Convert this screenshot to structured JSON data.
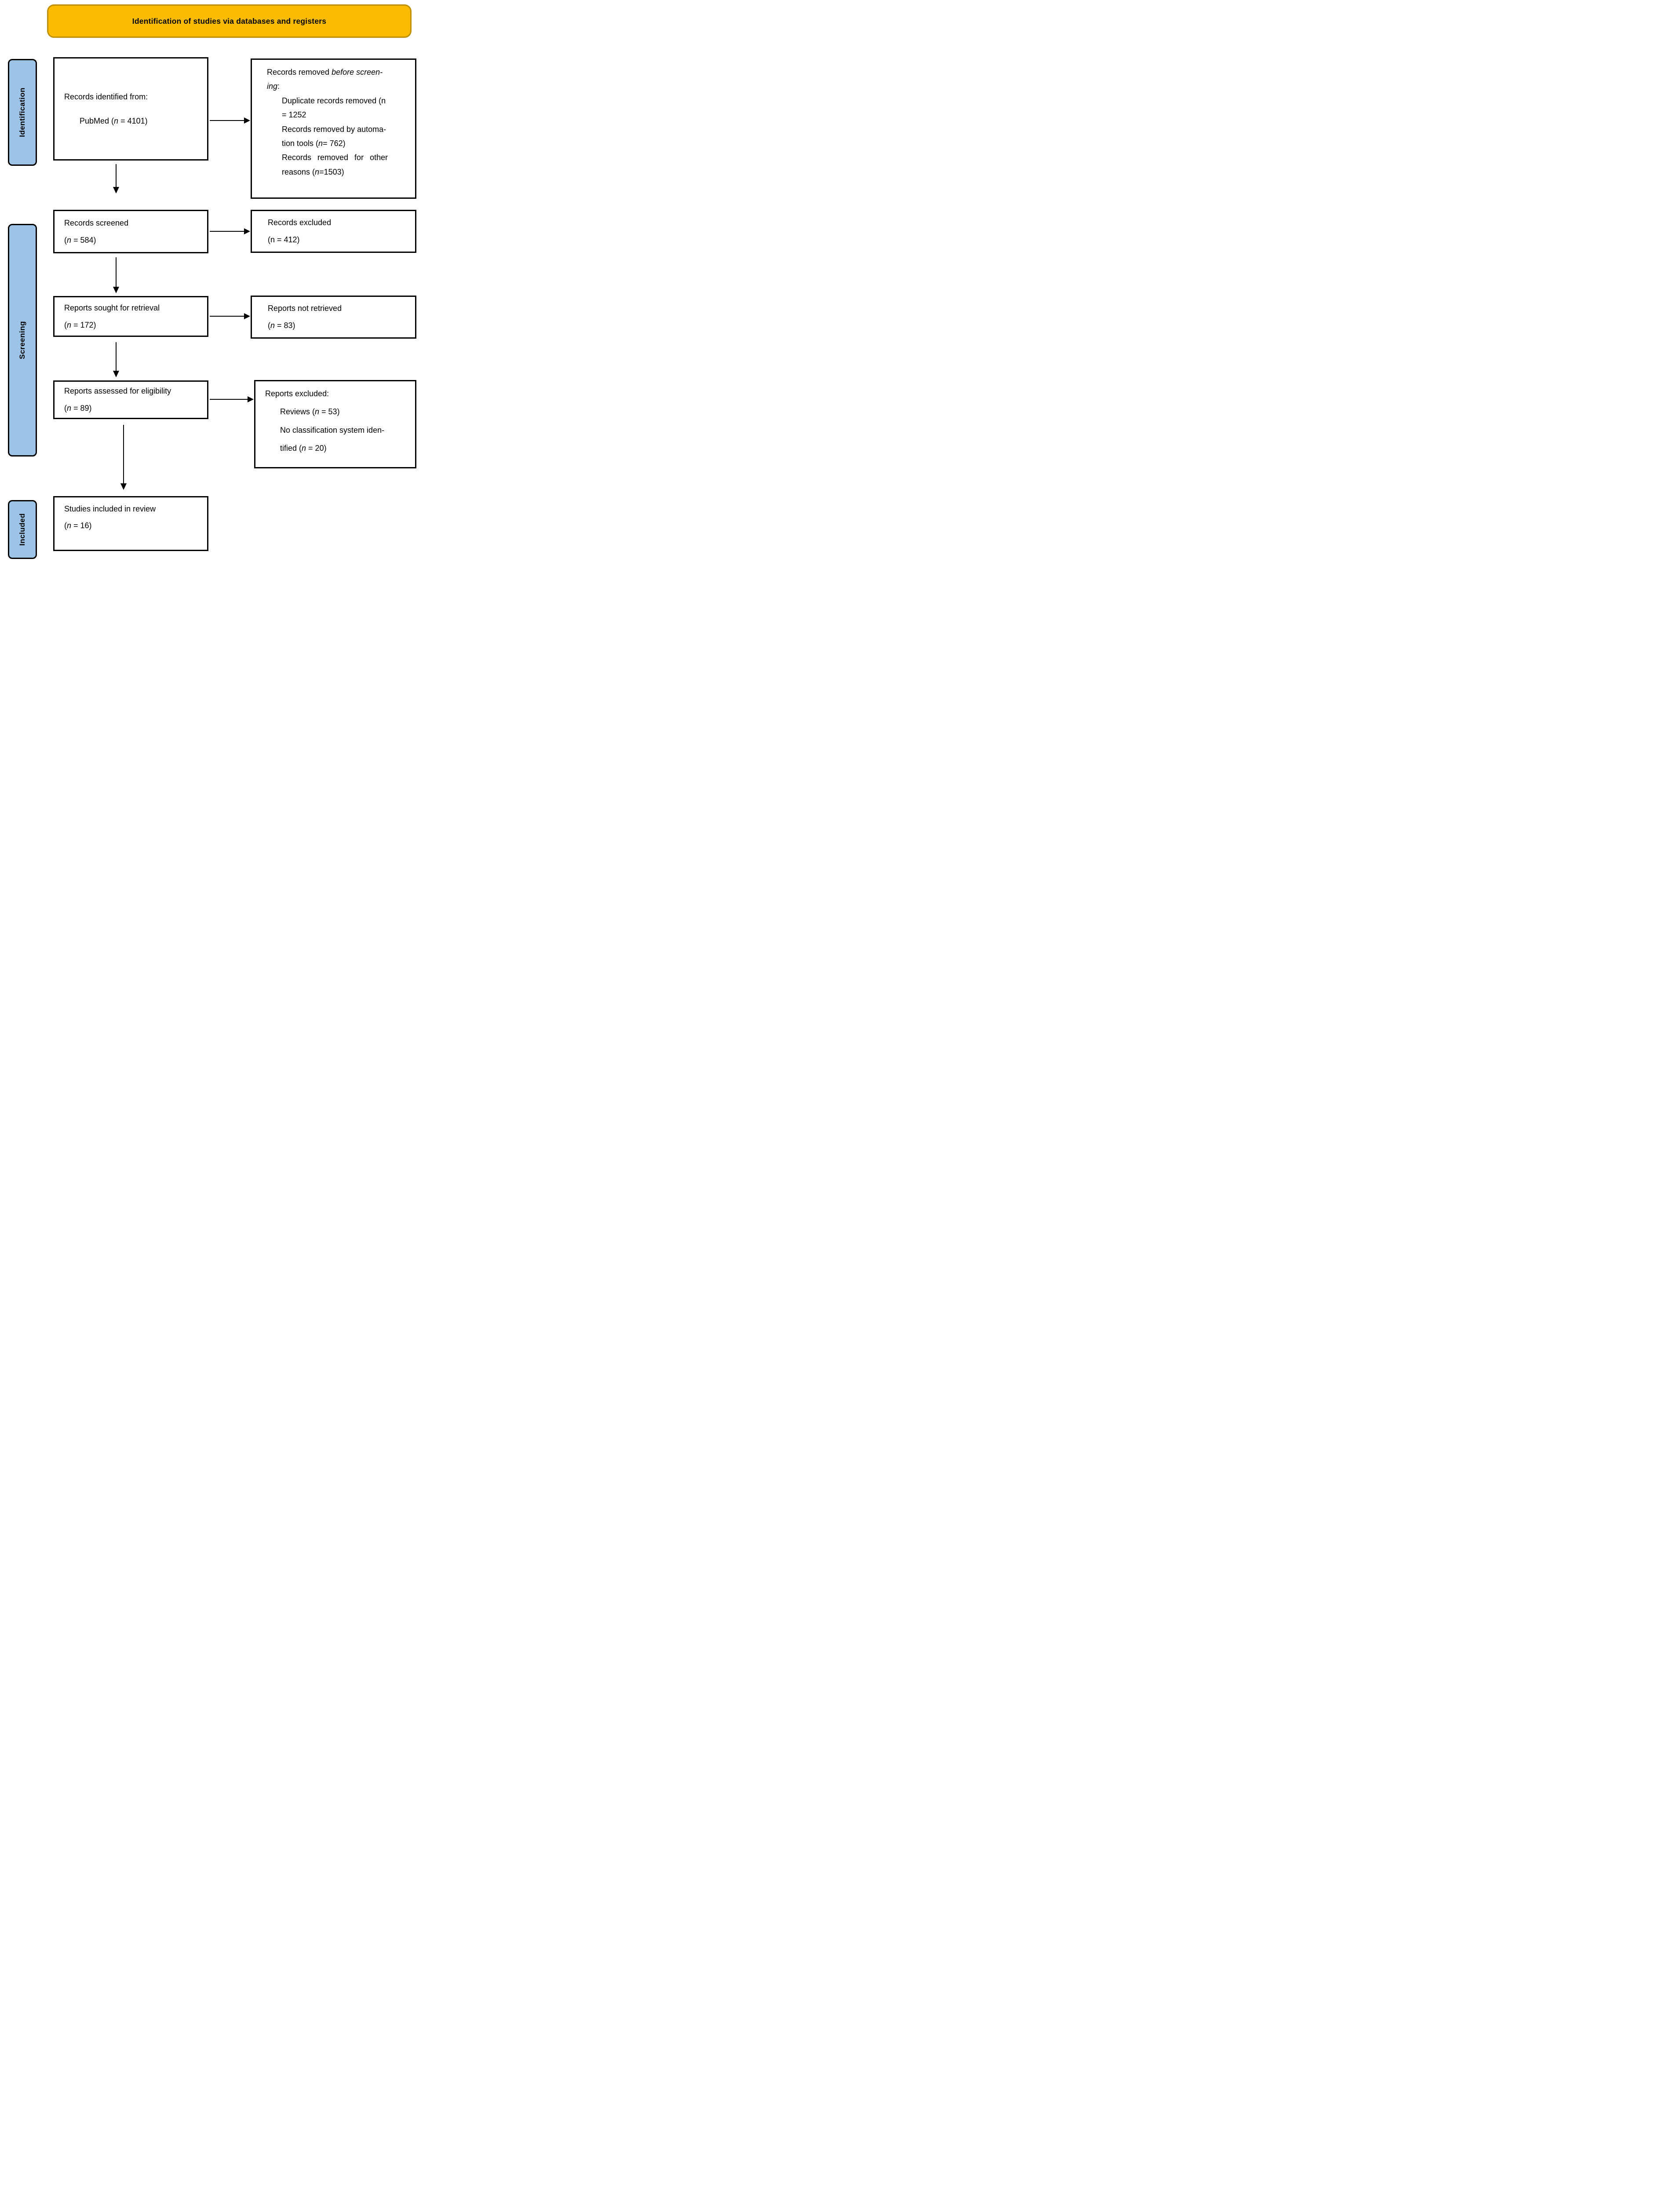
{
  "banner": {
    "title": "Identification of studies via databases and registers"
  },
  "stages": {
    "identification": "Identification",
    "screening": "Screening",
    "included": "Included"
  },
  "colors": {
    "banner_fill": "#FBBB00",
    "banner_border": "#BF8F00",
    "stage_fill": "#9DC3E6",
    "line_color": "#000000"
  },
  "boxes": {
    "identified": {
      "line1": "Records identified from:",
      "line2_pre": "PubMed (",
      "n": "n",
      "line2_post": " = 4101)"
    },
    "removed": {
      "line1_pre": "Records removed ",
      "line1_italic": "before screen-",
      "line2_italic": "ing",
      "line2_post": ":",
      "item1_line1": "Duplicate records removed (n",
      "item1_line2": "= 1252",
      "item2_line1": "Records removed by automa-",
      "item2_line2_pre": "tion tools (",
      "item2_n": "n",
      "item2_line2_post": "= 762)",
      "item3_line1": "Records removed for other",
      "item3_line2_pre": "reasons (",
      "item3_n": "n",
      "item3_line2_post": "=1503)"
    },
    "screened": {
      "line1": "Records screened",
      "line2_pre": "(",
      "n": "n",
      "line2_post": " = 584)"
    },
    "excluded": {
      "line1": "Records excluded",
      "line2": "(n = 412)"
    },
    "sought": {
      "line1": "Reports sought for retrieval",
      "line2_pre": "(",
      "n": "n",
      "line2_post": " = 172)"
    },
    "not_retrieved": {
      "line1": "Reports not retrieved",
      "line2_pre": "(",
      "n": "n",
      "line2_post": " = 83)"
    },
    "assessed": {
      "line1": "Reports assessed for eligibility",
      "line2_pre": "(",
      "n": "n",
      "line2_post": " = 89)"
    },
    "reports_excluded": {
      "line1": "Reports excluded:",
      "item1_pre": "Reviews (",
      "item1_n": "n",
      "item1_post": " = 53)",
      "item2_line1": "No classification system iden-",
      "item2_line2_pre": "tified (",
      "item2_n": "n",
      "item2_line2_post": " = 20)"
    },
    "included": {
      "line1": "Studies included in review",
      "line2_pre": "(",
      "n": "n",
      "line2_post": " = 16)"
    }
  }
}
